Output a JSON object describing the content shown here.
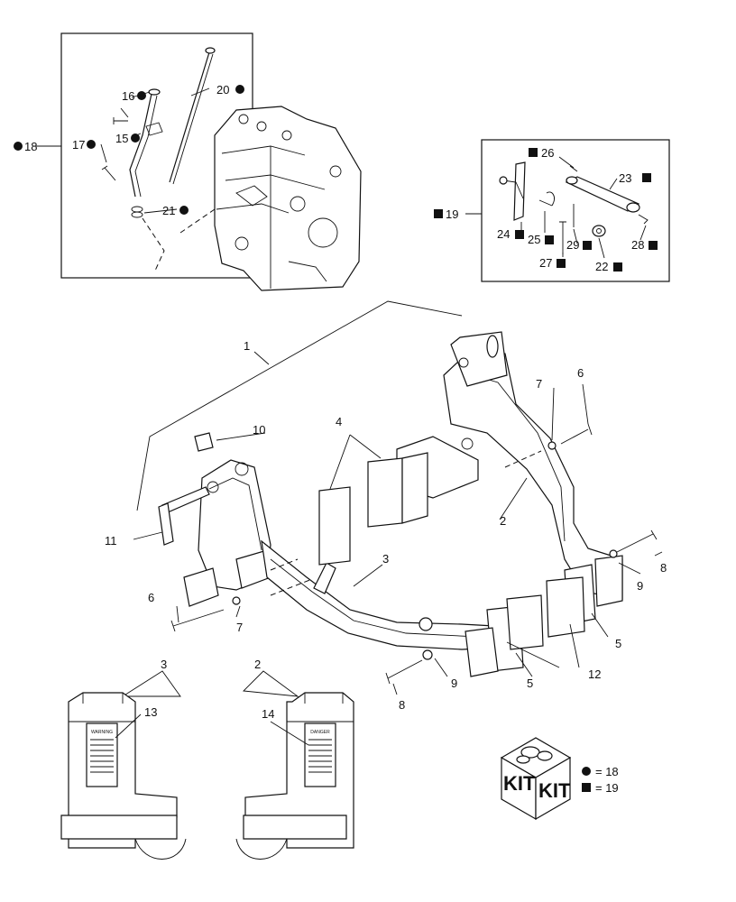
{
  "legend": {
    "circle_symbol": "●",
    "square_symbol": "■",
    "circle_eq": "= 18",
    "square_eq": "= 19",
    "kit_text": "KIT"
  },
  "callouts": {
    "c1": "1",
    "c2": "2",
    "c3": "3",
    "c4": "4",
    "c5": "5",
    "c6": "6",
    "c7": "7",
    "c8": "8",
    "c9": "9",
    "c10": "10",
    "c11": "11",
    "c12": "12",
    "c13": "13",
    "c14": "14",
    "c15": "15",
    "c16": "16",
    "c17": "17",
    "c18": "18",
    "c19": "19",
    "c20": "20",
    "c21": "21",
    "c22": "22",
    "c23": "23",
    "c24": "24",
    "c25": "25",
    "c26": "26",
    "c27": "27",
    "c28": "28",
    "c29": "29"
  },
  "decals": {
    "warning": "WARNING",
    "danger": "DANGER"
  },
  "colors": {
    "ink": "#111111",
    "paper": "#ffffff"
  }
}
